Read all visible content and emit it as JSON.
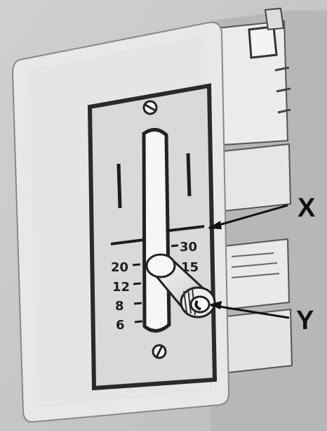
{
  "scale": {
    "left_marks": [
      "20",
      "12",
      "8",
      "6"
    ],
    "right_marks": [
      "30",
      "15"
    ]
  },
  "callouts": {
    "x_label": "X",
    "y_label": "Y"
  },
  "colors": {
    "background": "#c6c6c6",
    "wall": "#e6e6e6",
    "plate": "#d9d9d9",
    "ink": "#1d1d1d"
  }
}
